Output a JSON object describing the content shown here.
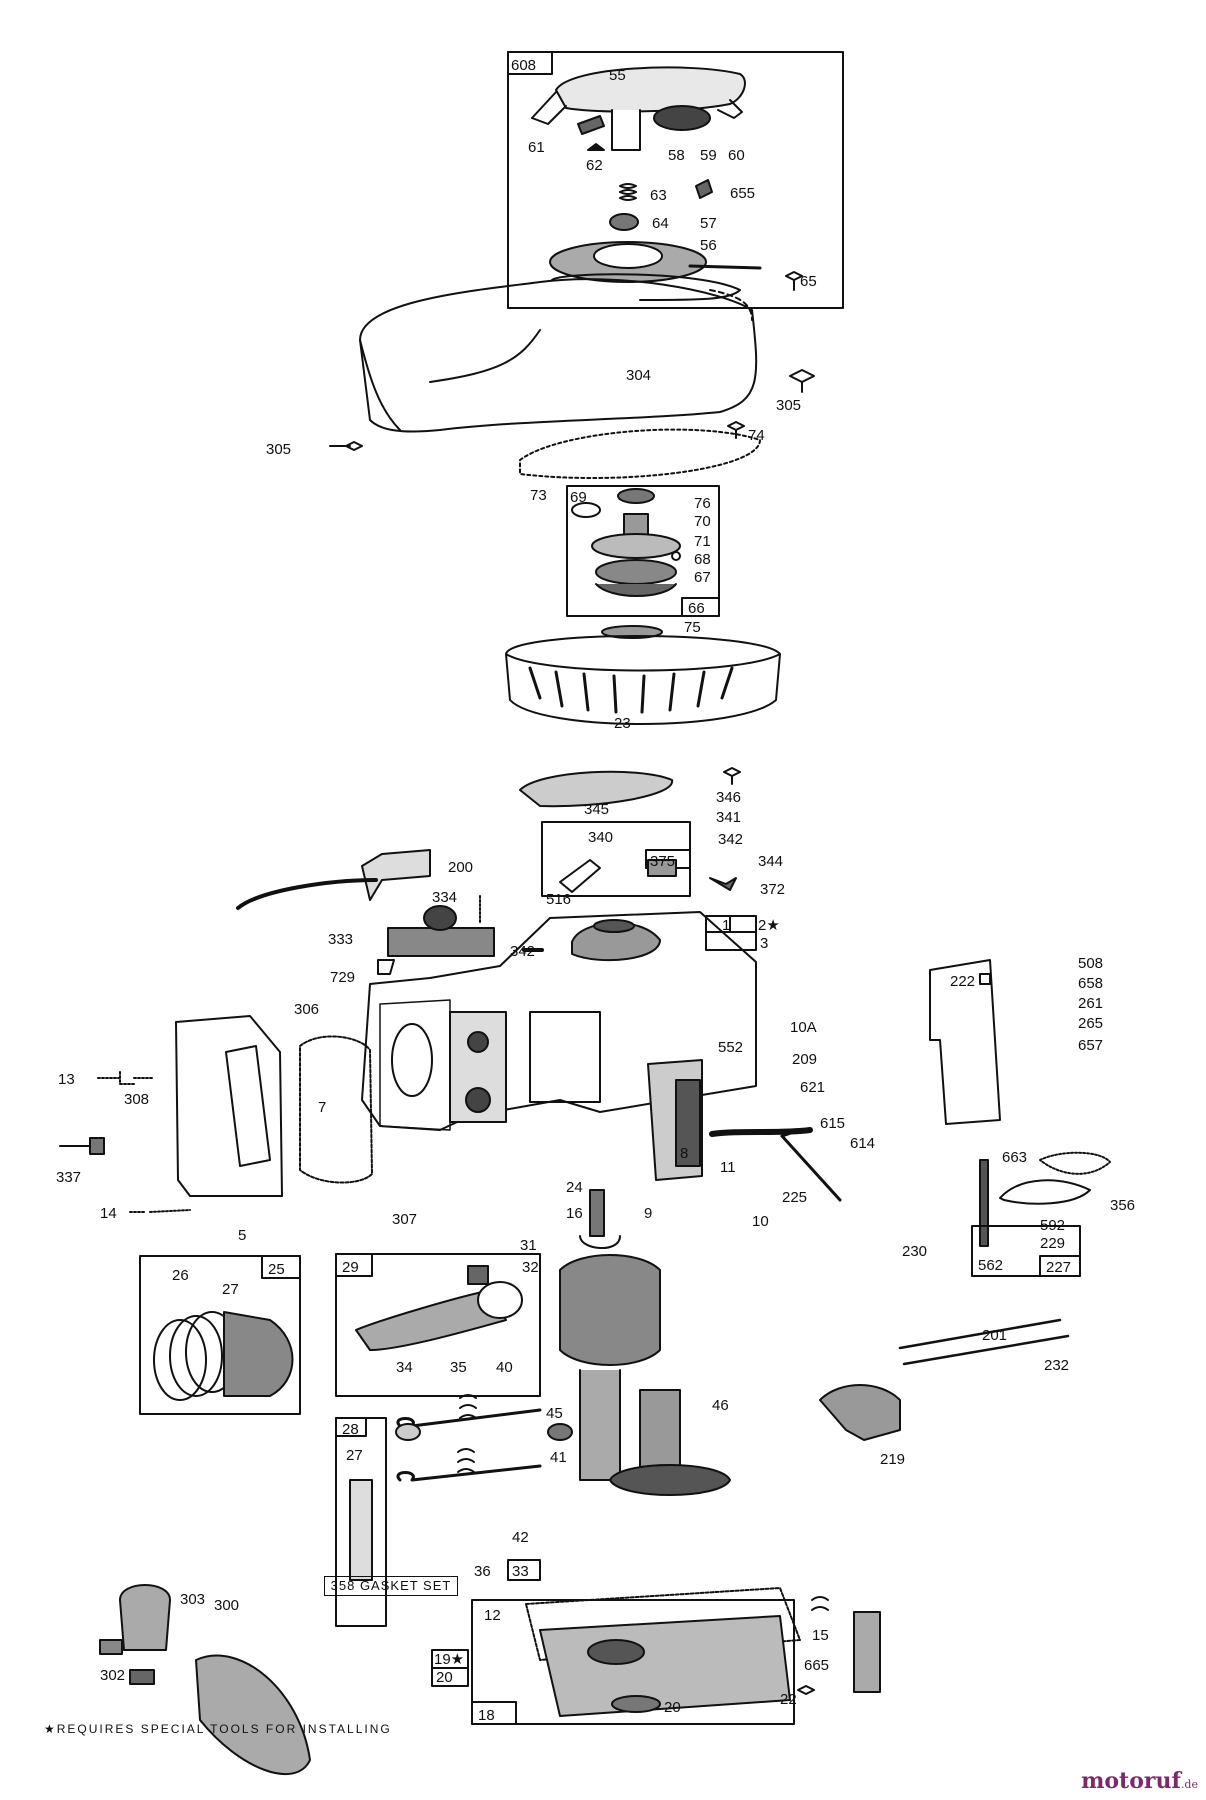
{
  "diagram": {
    "part_labels": [
      "608",
      "55",
      "61",
      "62",
      "58",
      "59",
      "60",
      "63",
      "655",
      "64",
      "57",
      "56",
      "65",
      "304",
      "305",
      "305",
      "74",
      "73",
      "69",
      "76",
      "70",
      "71",
      "68",
      "67",
      "66",
      "75",
      "23",
      "346",
      "345",
      "341",
      "340",
      "342",
      "375",
      "344",
      "516",
      "372",
      "200",
      "334",
      "333",
      "342",
      "1",
      "2★",
      "3",
      "729",
      "306",
      "7",
      "13",
      "308",
      "337",
      "14",
      "5",
      "307",
      "552",
      "209",
      "621",
      "615",
      "614",
      "10A",
      "11",
      "8",
      "225",
      "24",
      "16",
      "9",
      "10",
      "222",
      "508",
      "658",
      "261",
      "265",
      "657",
      "663",
      "356",
      "230",
      "592",
      "229",
      "562",
      "227",
      "29",
      "31",
      "32",
      "25",
      "26",
      "27",
      "201",
      "232",
      "28",
      "27",
      "34",
      "35",
      "40",
      "45",
      "46",
      "41",
      "42",
      "33",
      "36",
      "219",
      "12",
      "303",
      "302",
      "300",
      "15",
      "665",
      "22",
      "19★",
      "20",
      "20",
      "18"
    ],
    "gasket_set": "358 GASKET SET",
    "footnote": "★REQUIRES SPECIAL TOOLS FOR INSTALLING",
    "brand_main": "motoruf",
    "brand_tld": ".de"
  }
}
